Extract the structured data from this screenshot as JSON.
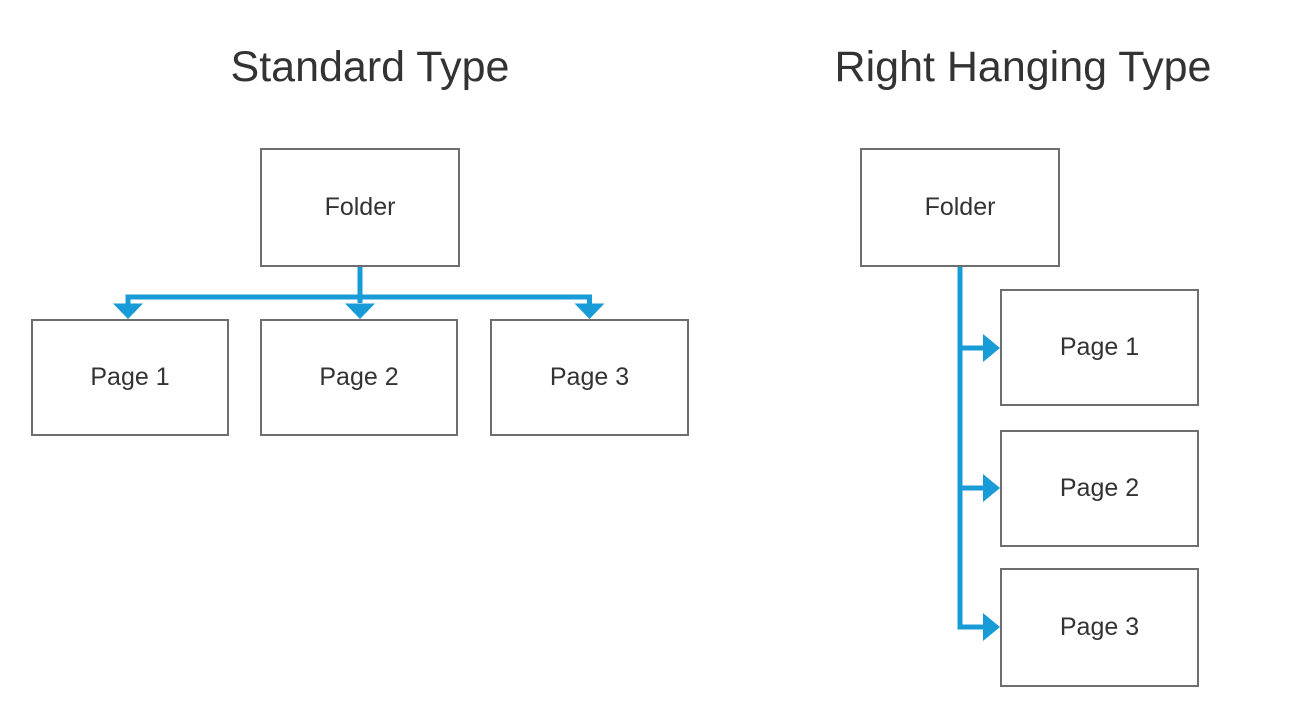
{
  "colors": {
    "accent_blue": "#189BD6",
    "box_border": "#6E6E6E",
    "text": "#333333",
    "background": "#FFFFFF"
  },
  "diagrams": [
    {
      "title": "Standard Type",
      "type": "standard",
      "root": {
        "label": "Folder"
      },
      "children": [
        {
          "label": "Page 1"
        },
        {
          "label": "Page 2"
        },
        {
          "label": "Page 3"
        }
      ]
    },
    {
      "title": "Right Hanging Type",
      "type": "right-hanging",
      "root": {
        "label": "Folder"
      },
      "children": [
        {
          "label": "Page 1"
        },
        {
          "label": "Page 2"
        },
        {
          "label": "Page 3"
        }
      ]
    }
  ]
}
